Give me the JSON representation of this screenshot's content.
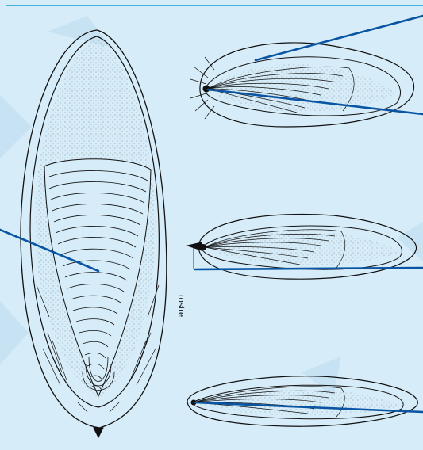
{
  "labels": {
    "rostre": "rostre"
  },
  "colors": {
    "background": "#d6ecf8",
    "frame": "#48b0dc",
    "leader_line": "#0a55a3",
    "ink": "#111111",
    "watermark": "#c7e2f3"
  },
  "views": [
    "dorsal-view",
    "lateral-view-top",
    "lateral-view-middle",
    "lateral-view-bottom"
  ]
}
